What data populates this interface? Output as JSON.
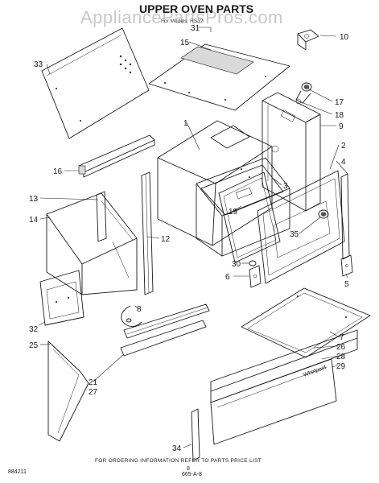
{
  "title": "UPPER OVEN PARTS",
  "subtitle": "For Models: RS3?",
  "watermark": "AppliancePartsPros.com",
  "footer_note": "FOR ORDERING INFORMATION REFER TO PARTS PRICE LIST",
  "diagram_code": "884211",
  "page_number": "8",
  "handwritten_note": "665-A-8",
  "callouts": [
    "1",
    "2",
    "3",
    "4",
    "5",
    "6",
    "7",
    "8",
    "9",
    "10",
    "12",
    "13",
    "14",
    "15",
    "16",
    "17",
    "18",
    "19",
    "21",
    "25",
    "26",
    "27",
    "28",
    "29",
    "30",
    "31",
    "32",
    "33",
    "34",
    "35"
  ]
}
